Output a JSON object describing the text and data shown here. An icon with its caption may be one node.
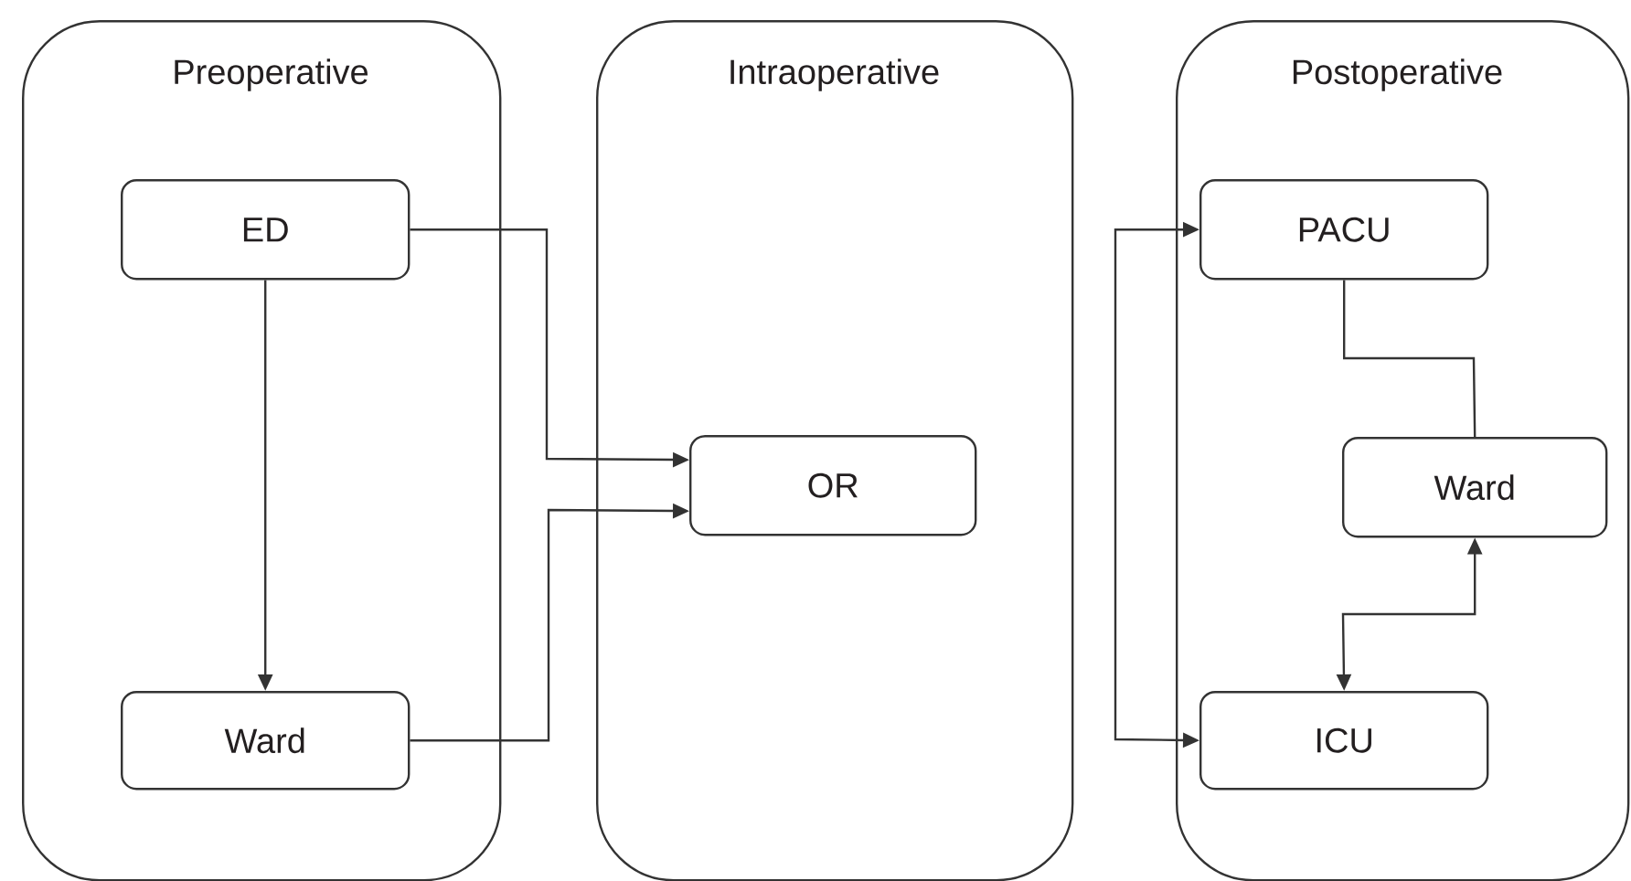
{
  "diagram": {
    "nodes": [
      {
        "text": [
          "Preoperative"
        ]
      },
      {
        "text": [
          "ED"
        ],
        "in": 0
      },
      {
        "text": [
          "Ward"
        ],
        "in": 0
      },
      {
        "text": [
          "Intraoperative"
        ]
      },
      {
        "text": [
          "OR"
        ],
        "in": 3
      },
      {
        "text": [
          "Postoperative"
        ]
      },
      {
        "text": [
          "PACU"
        ],
        "in": 5
      },
      {
        "text": [
          "Ward"
        ],
        "in": 5
      },
      {
        "text": [
          "ICU"
        ],
        "in": 5
      }
    ],
    "edges": [
      {
        "from": 1,
        "to": 2,
        "arrow": "to"
      },
      {
        "from": 1,
        "to": 4,
        "arrow": "to"
      },
      {
        "from": 2,
        "to": 4,
        "arrow": "to"
      },
      {
        "from": 6,
        "to": 8,
        "arrow": "both"
      },
      {
        "from": 6,
        "to": 7,
        "arrow": "none"
      },
      {
        "from": 7,
        "to": 8,
        "arrow": "both"
      }
    ]
  }
}
